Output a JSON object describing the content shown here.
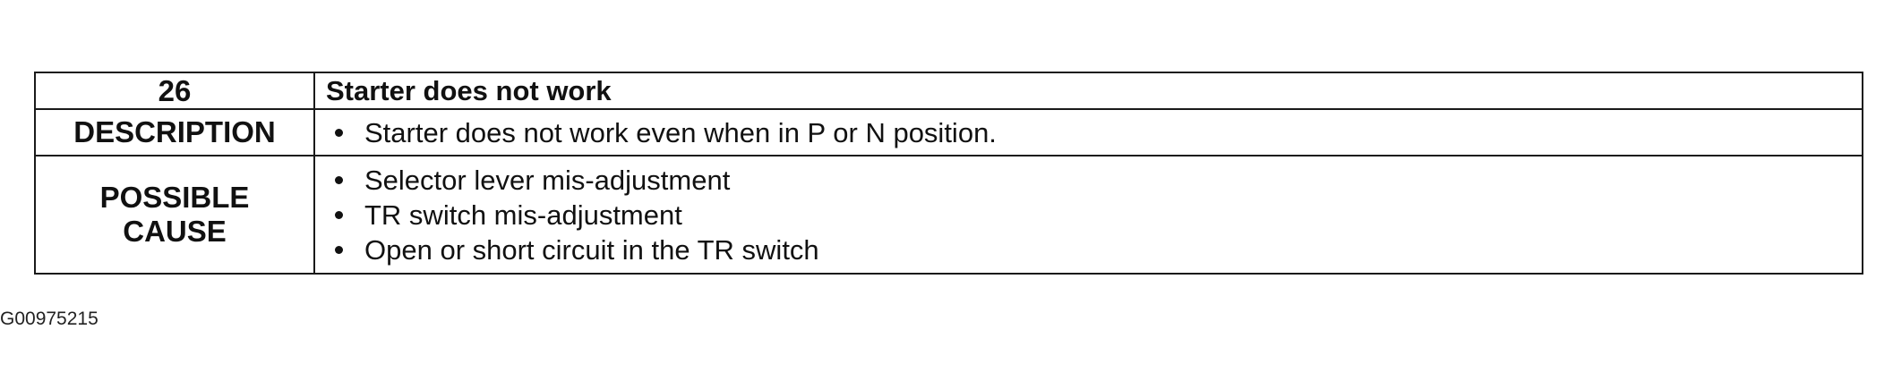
{
  "table": {
    "number": "26",
    "title": "Starter does not work",
    "description_label": "DESCRIPTION",
    "description_items": [
      "Starter does not work even when in P or N position."
    ],
    "cause_label_line1": "POSSIBLE",
    "cause_label_line2": "CAUSE",
    "cause_items": [
      "Selector lever mis-adjustment",
      "TR switch mis-adjustment",
      "Open or short circuit in the TR switch"
    ]
  },
  "figure_id": "G00975215"
}
